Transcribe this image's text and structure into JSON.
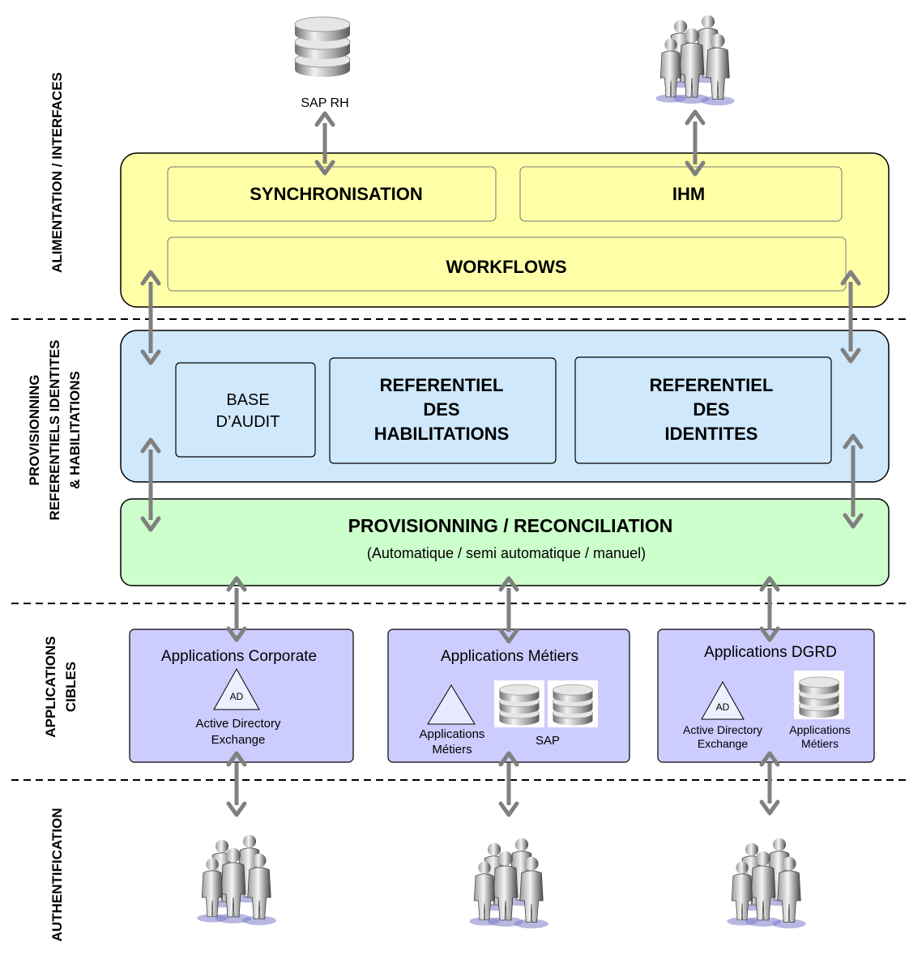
{
  "bands": {
    "alimentation": "ALIMENTATION / INTERFACES",
    "provisionning": [
      "PROVISIONNING",
      "REFERENTIELS IDENTITES",
      "& HABILITATIONS"
    ],
    "applications": [
      "APPLICATIONS",
      "CIBLES"
    ],
    "authentification": "AUTHENTIFICATION"
  },
  "top": {
    "sap_rh": "SAP RH",
    "sap_icon": "database-icon",
    "users_icon": "user-group-icon"
  },
  "interfaces": {
    "synchronisation": "SYNCHRONISATION",
    "ihm": "IHM",
    "workflows": "WORKFLOWS"
  },
  "referentiels": {
    "audit": [
      "BASE",
      "D’AUDIT"
    ],
    "habilitations": [
      "REFERENTIEL",
      "DES",
      "HABILITATIONS"
    ],
    "identites": [
      "REFERENTIEL",
      "DES",
      "IDENTITES"
    ]
  },
  "provisioning": {
    "title": "PROVISIONNING / RECONCILIATION",
    "subtitle": "(Automatique / semi automatique / manuel)"
  },
  "apps": {
    "corporate": {
      "title": "Applications Corporate",
      "ad": "AD",
      "label": [
        "Active Directory",
        "Exchange"
      ]
    },
    "metiers": {
      "title": "Applications Métiers",
      "triangle_label": [
        "Applications",
        "Métiers"
      ],
      "sap": "SAP"
    },
    "dgrd": {
      "title": "Applications DGRD",
      "ad": "AD",
      "ad_label": [
        "Active Directory",
        "Exchange"
      ],
      "db_label": [
        "Applications",
        "Métiers"
      ]
    }
  },
  "colors": {
    "yellow": "#FFFFA8",
    "blue": "#CFE8FC",
    "green": "#CCFFCC",
    "purple": "#CCCCFF",
    "arrow": "#808080"
  }
}
